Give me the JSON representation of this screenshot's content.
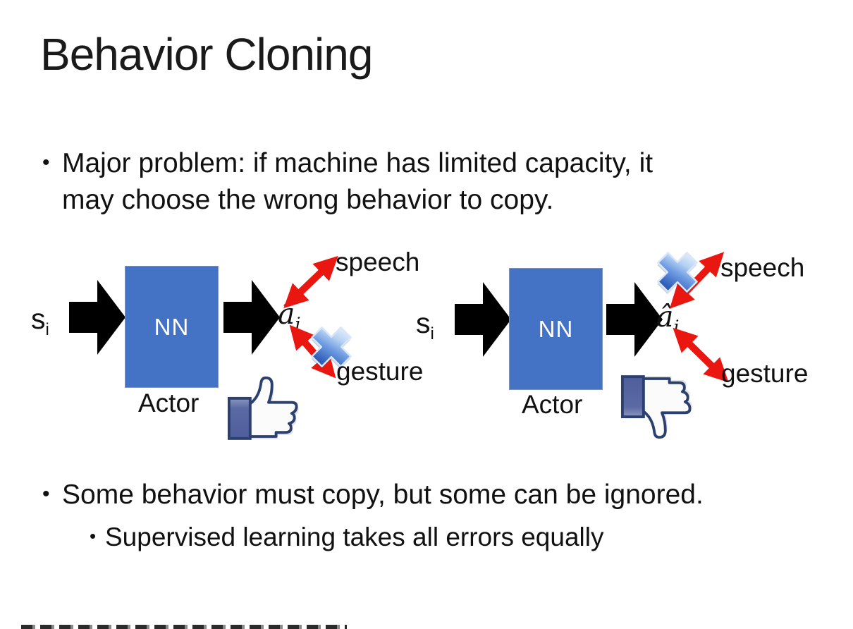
{
  "slide": {
    "title": "Behavior Cloning",
    "bullets": {
      "marker": "•",
      "main1_line1": "Major problem: if machine has limited capacity, it",
      "main1_line2": "may choose the wrong behavior to copy.",
      "main2": "Some behavior must copy, but some can be ignored.",
      "sub": "Supervised learning takes all errors equally"
    }
  },
  "diagram_left": {
    "input": "s",
    "input_sub": "i",
    "nn": "NN",
    "output": "â",
    "output_sub": "i",
    "actor": "Actor",
    "speech": "speech",
    "gesture": "gesture",
    "crossed_out": "gesture",
    "feedback": "thumbs-up"
  },
  "diagram_right": {
    "input": "s",
    "input_sub": "i",
    "nn": "NN",
    "output": "â",
    "output_sub": "i",
    "actor": "Actor",
    "speech": "speech",
    "gesture": "gesture",
    "crossed_out": "speech",
    "feedback": "thumbs-down"
  },
  "colors": {
    "nn_box": "#4472C4",
    "arrow_black": "#000000",
    "arrow_red": "#EA1711",
    "cross_blue": "#4A7FD6",
    "thumb_navy": "#2C4070",
    "thumb_cuff": "#56639E",
    "text": "#111111"
  }
}
